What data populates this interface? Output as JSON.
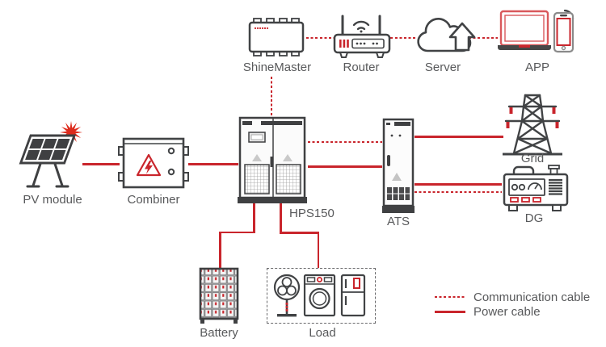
{
  "nodes": {
    "pv": {
      "label": "PV module"
    },
    "combiner": {
      "label": "Combiner"
    },
    "hps": {
      "label": "HPS150"
    },
    "shinemaster": {
      "label": "ShineMaster"
    },
    "router": {
      "label": "Router"
    },
    "server": {
      "label": "Server"
    },
    "app": {
      "label": "APP"
    },
    "ats": {
      "label": "ATS"
    },
    "grid": {
      "label": "Grid"
    },
    "dg": {
      "label": "DG"
    },
    "battery": {
      "label": "Battery"
    },
    "load": {
      "label": "Load"
    }
  },
  "legend": {
    "items": [
      {
        "type": "communication",
        "style": "dotted",
        "label": "Communication cable"
      },
      {
        "type": "power",
        "style": "solid",
        "label": "Power cable"
      }
    ]
  },
  "colors": {
    "cable_red": "#c9252c",
    "icon_outline": "#3f4042",
    "label_text": "#58595b",
    "sun_red": "#dd2b1c"
  },
  "connections": [
    {
      "from": "pv",
      "to": "combiner",
      "type": "power"
    },
    {
      "from": "combiner",
      "to": "hps",
      "type": "power"
    },
    {
      "from": "hps",
      "to": "shinemaster",
      "type": "communication"
    },
    {
      "from": "shinemaster",
      "to": "router",
      "type": "communication"
    },
    {
      "from": "router",
      "to": "server",
      "type": "communication"
    },
    {
      "from": "server",
      "to": "app",
      "type": "communication"
    },
    {
      "from": "hps",
      "to": "ats",
      "type": "communication"
    },
    {
      "from": "hps",
      "to": "ats",
      "type": "power"
    },
    {
      "from": "ats",
      "to": "grid",
      "type": "power"
    },
    {
      "from": "ats",
      "to": "dg",
      "type": "power"
    },
    {
      "from": "ats",
      "to": "dg",
      "type": "communication"
    },
    {
      "from": "hps",
      "to": "battery",
      "type": "power"
    },
    {
      "from": "hps",
      "to": "load",
      "type": "power"
    }
  ]
}
